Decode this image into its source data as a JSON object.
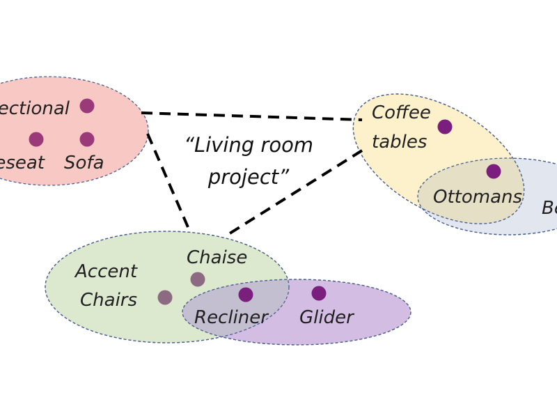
{
  "center_label": {
    "line1": "“Living room",
    "line2": "project”"
  },
  "colors": {
    "red_group": "#f8c9c4",
    "yellow_group": "#fdefc6",
    "gray_group": "#e2e6ee",
    "green_group": "#dde9cf",
    "purple_group": "#d3bde3",
    "dot_dark": "#7a1f7d",
    "dot_mid": "#9b3a7a",
    "dot_muted": "#8b6a82"
  },
  "groups": {
    "seating": {
      "labels": {
        "sectional": "ectional",
        "loveseat": "eseat",
        "sofa": "Sofa"
      }
    },
    "tables": {
      "labels": {
        "coffee_line1": "Coffee",
        "coffee_line2": "tables",
        "ottomans": "Ottomans",
        "benches": "Be"
      }
    },
    "chairs": {
      "labels": {
        "accent_line1": "Accent",
        "accent_line2": "Chairs",
        "chaise": "Chaise",
        "recliner": "Recliner",
        "glider": "Glider"
      }
    }
  }
}
